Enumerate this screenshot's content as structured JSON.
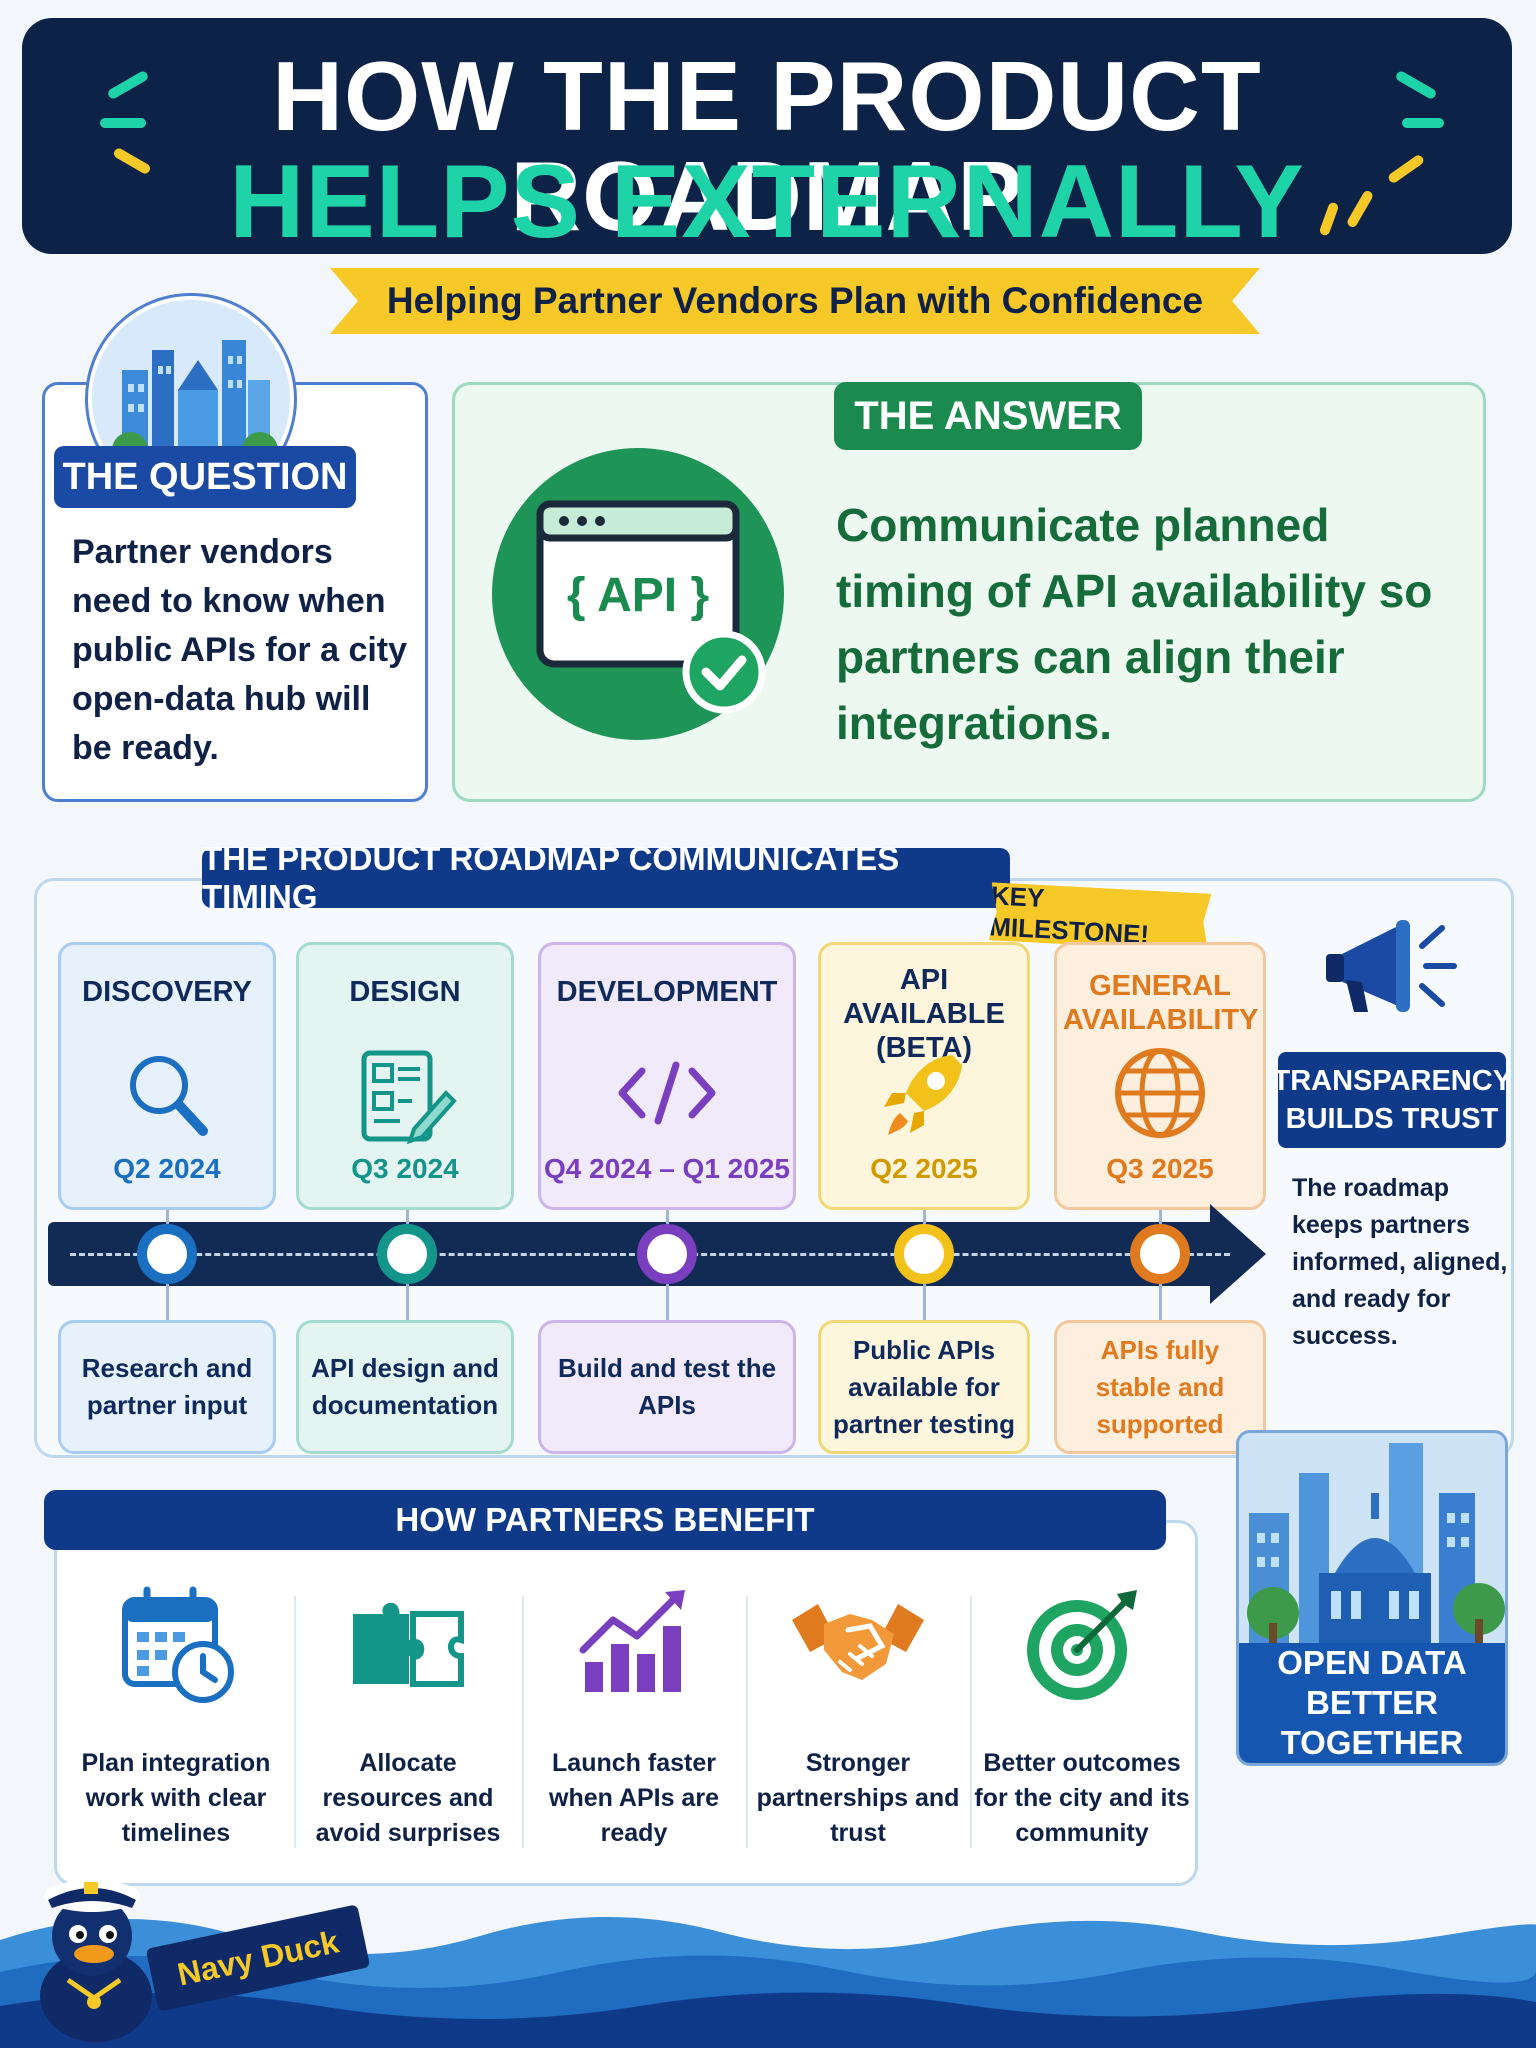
{
  "header": {
    "title_line1": "HOW THE PRODUCT ROADMAP",
    "title_line2": "HELPS EXTERNALLY",
    "subtitle": "Helping Partner Vendors Plan with Confidence"
  },
  "question": {
    "label": "THE QUESTION",
    "text": "Partner vendors need to know when public APIs for a city open-data hub will be ready."
  },
  "answer": {
    "label": "THE ANSWER",
    "icon_text": "{ API }",
    "text": "Communicate planned timing of API availability so partners can align their integrations."
  },
  "roadmap": {
    "label": "THE PRODUCT ROADMAP COMMUNICATES TIMING",
    "key_milestone": "KEY MILESTONE!",
    "phases": [
      {
        "name": "DISCOVERY",
        "date": "Q2 2024",
        "desc": "Research and partner input",
        "icon": "magnifier-icon",
        "color": "#1b6fc0"
      },
      {
        "name": "DESIGN",
        "date": "Q3 2024",
        "desc": "API design and documentation",
        "icon": "wireframe-pencil-icon",
        "color": "#14958a"
      },
      {
        "name": "DEVELOPMENT",
        "date": "Q4 2024 – Q1 2025",
        "desc": "Build and test the APIs",
        "icon": "code-icon",
        "color": "#7a3fbf"
      },
      {
        "name": "API AVAILABLE (BETA)",
        "date": "Q2 2025",
        "desc": "Public APIs available for partner testing",
        "icon": "rocket-icon",
        "color": "#e6b400"
      },
      {
        "name": "GENERAL AVAILABILITY",
        "date": "Q3 2025",
        "desc": "APIs fully stable and supported",
        "icon": "globe-icon",
        "color": "#e07a1f"
      }
    ]
  },
  "trust": {
    "label": "TRANSPARENCY BUILDS TRUST",
    "text": "The roadmap keeps partners informed, aligned, and ready for success.",
    "city_caption": "OPEN DATA BETTER TOGETHER"
  },
  "benefits": {
    "label": "HOW PARTNERS BENEFIT",
    "items": [
      {
        "text": "Plan integration work with clear timelines",
        "icon": "calendar-clock-icon"
      },
      {
        "text": "Allocate resources and avoid surprises",
        "icon": "puzzle-icon"
      },
      {
        "text": "Launch faster when APIs are ready",
        "icon": "growth-chart-icon"
      },
      {
        "text": "Stronger partnerships and trust",
        "icon": "handshake-icon"
      },
      {
        "text": "Better outcomes for the city and its community",
        "icon": "target-icon"
      }
    ]
  },
  "footer": {
    "badge": "Navy Duck"
  }
}
